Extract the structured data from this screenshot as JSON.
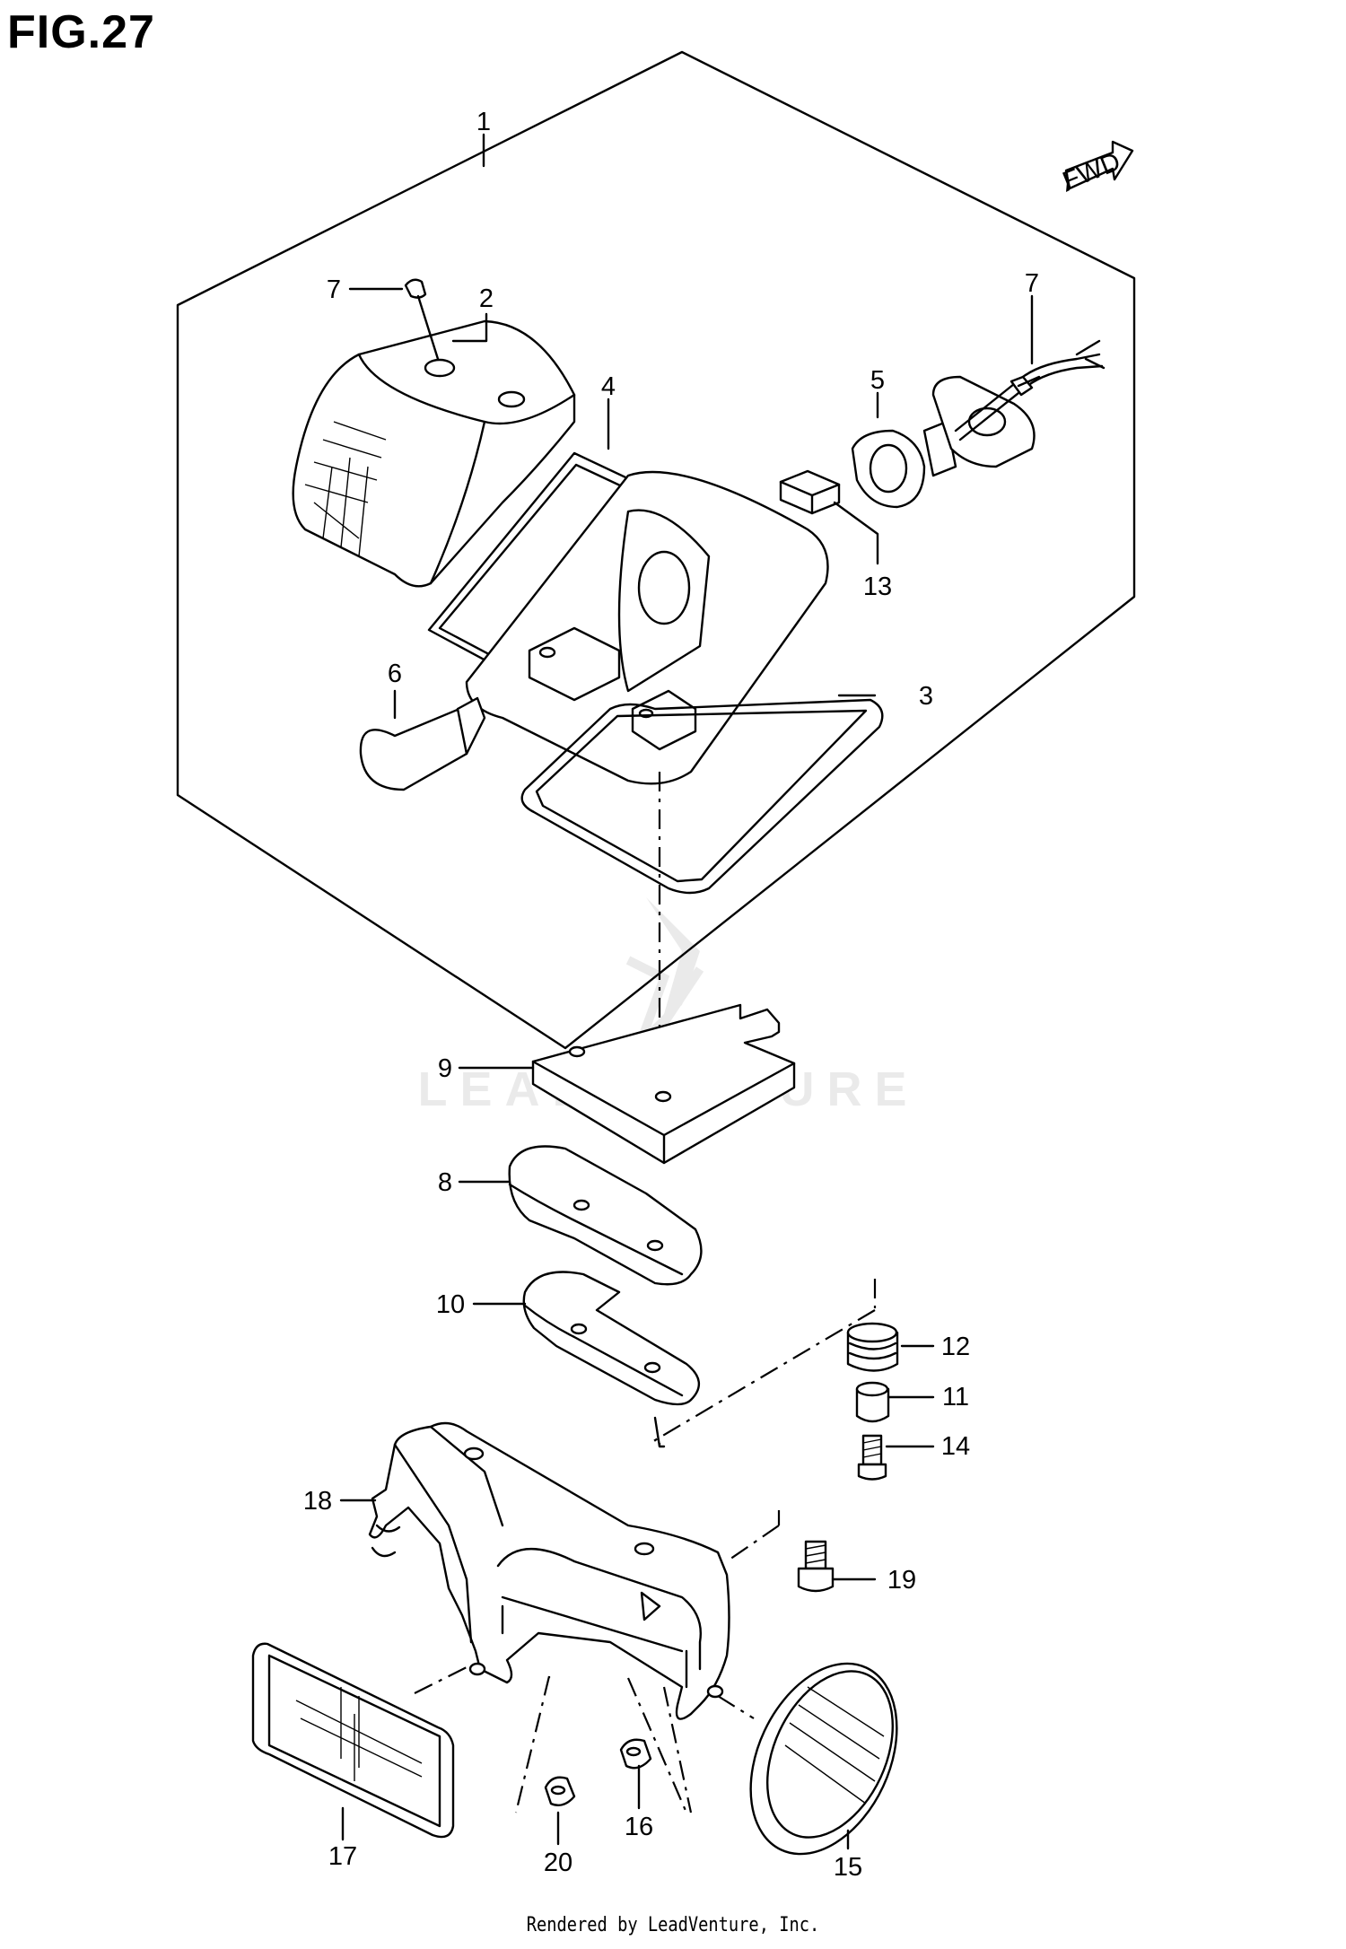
{
  "figure": {
    "title": "FIG.27"
  },
  "direction_badge": {
    "text": "FWD"
  },
  "watermark": {
    "text": "LEADVENTURE"
  },
  "callouts": {
    "c1": "1",
    "c2": "2",
    "c3": "3",
    "c4": "4",
    "c5": "5",
    "c6": "6",
    "c7a": "7",
    "c7b": "7",
    "c8": "8",
    "c9": "9",
    "c10": "10",
    "c11": "11",
    "c12": "12",
    "c13": "13",
    "c14": "14",
    "c15": "15",
    "c16": "16",
    "c17": "17",
    "c18": "18",
    "c19": "19",
    "c20": "20"
  },
  "footer": {
    "text": "Rendered by LeadVenture, Inc."
  }
}
